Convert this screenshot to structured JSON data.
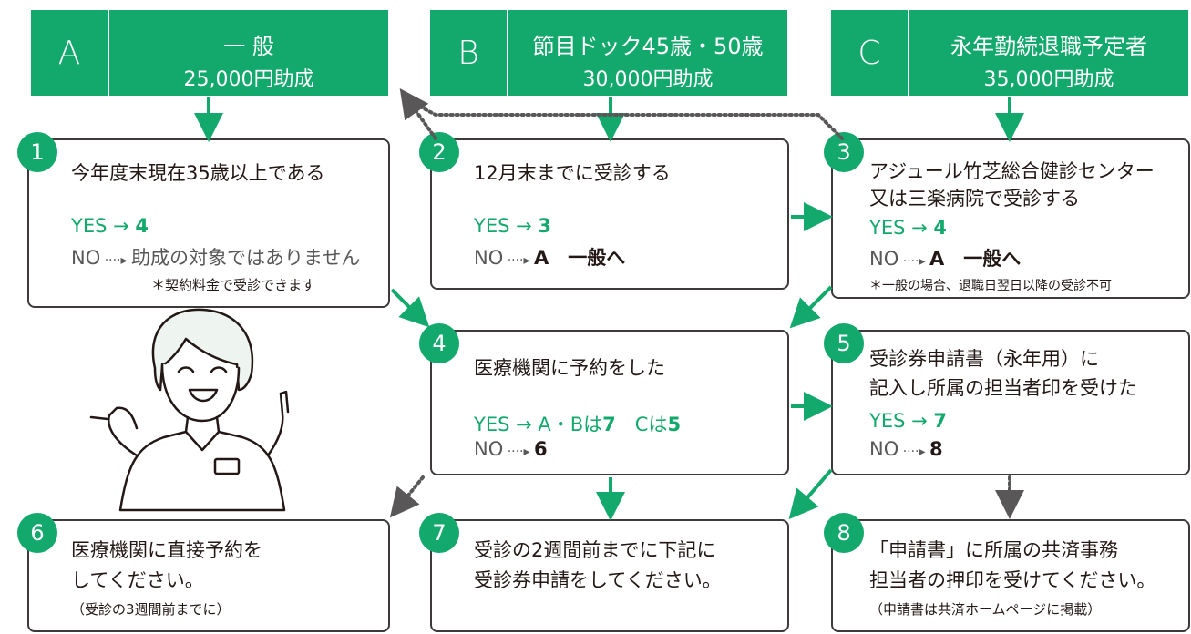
{
  "categories": [
    {
      "letter": "A",
      "title": "一 般",
      "amount": "25,000円助成"
    },
    {
      "letter": "B",
      "title": "節目ドック45歳・50歳",
      "amount": "30,000円助成"
    },
    {
      "letter": "C",
      "title": "永年勤続退職予定者",
      "amount": "35,000円助成"
    }
  ],
  "steps": {
    "s1": {
      "num": "1",
      "question": "今年度末現在35歳以上である",
      "yes_label": "YES",
      "yes_target": "4",
      "no_label": "NO",
      "no_target": "助成の対象ではありません",
      "note": "＊契約料金で受診できます"
    },
    "s2": {
      "num": "2",
      "question": "12月末までに受診する",
      "yes_label": "YES",
      "yes_target": "3",
      "no_label": "NO",
      "no_target": "A　一般へ"
    },
    "s3": {
      "num": "3",
      "question_line1": "アジュール竹芝総合健診センター",
      "question_line2": "又は三楽病院で受診する",
      "yes_label": "YES",
      "yes_target": "4",
      "no_label": "NO",
      "no_target": "A　一般へ",
      "note": "＊一般の場合、退職日翌日以降の受診不可"
    },
    "s4": {
      "num": "4",
      "question": "医療機関に予約をした",
      "yes_label": "YES",
      "yes_target_a": "A・Bは",
      "yes_target_a_num": "7",
      "yes_target_c": "Cは",
      "yes_target_c_num": "5",
      "no_label": "NO",
      "no_target": "6"
    },
    "s5": {
      "num": "5",
      "question_line1": "受診券申請書（永年用）に",
      "question_line2": "記入し所属の担当者印を受けた",
      "yes_label": "YES",
      "yes_target": "7",
      "no_label": "NO",
      "no_target": "8"
    },
    "s6": {
      "num": "6",
      "line1": "医療機関に直接予約を",
      "line2": "してください。",
      "note": "（受診の3週間前までに）"
    },
    "s7": {
      "num": "7",
      "line1": "受診の2週間前までに下記に",
      "line2": "受診券申請をしてください。"
    },
    "s8": {
      "num": "8",
      "line1": "「申請書」に所属の共済事務",
      "line2": "担当者の押印を受けてください。",
      "note": "（申請書は共済ホームページに掲載）"
    }
  }
}
